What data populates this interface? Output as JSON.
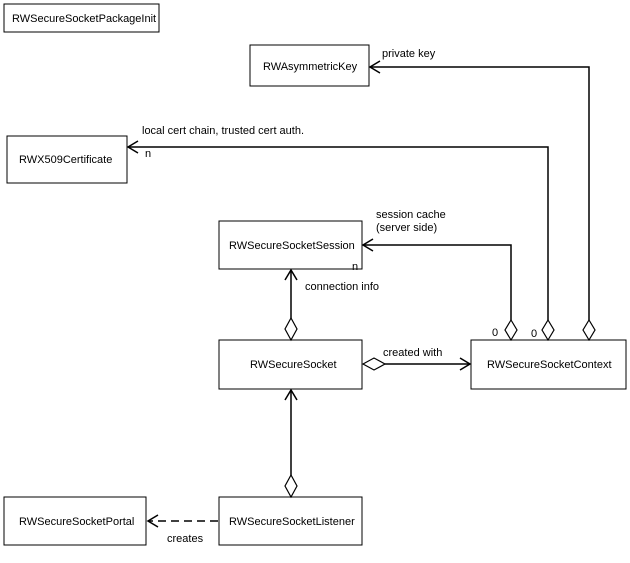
{
  "classes": {
    "package_init": "RWSecureSocketPackageInit",
    "asymmetric_key": "RWAsymmetricKey",
    "x509_certificate": "RWX509Certificate",
    "session": "RWSecureSocketSession",
    "socket": "RWSecureSocket",
    "context": "RWSecureSocketContext",
    "portal": "RWSecureSocketPortal",
    "listener": "RWSecureSocketListener"
  },
  "relations": {
    "private_key": "private key",
    "cert_chain": "local cert chain, trusted cert auth.",
    "session_cache_line1": "session cache",
    "session_cache_line2": "(server side)",
    "connection_info": "connection info",
    "created_with": "created with",
    "creates": "creates"
  },
  "multiplicities": {
    "cert_n": "n",
    "session_n": "n",
    "session_cache_zero": "0",
    "cert_chain_zero": "0"
  }
}
